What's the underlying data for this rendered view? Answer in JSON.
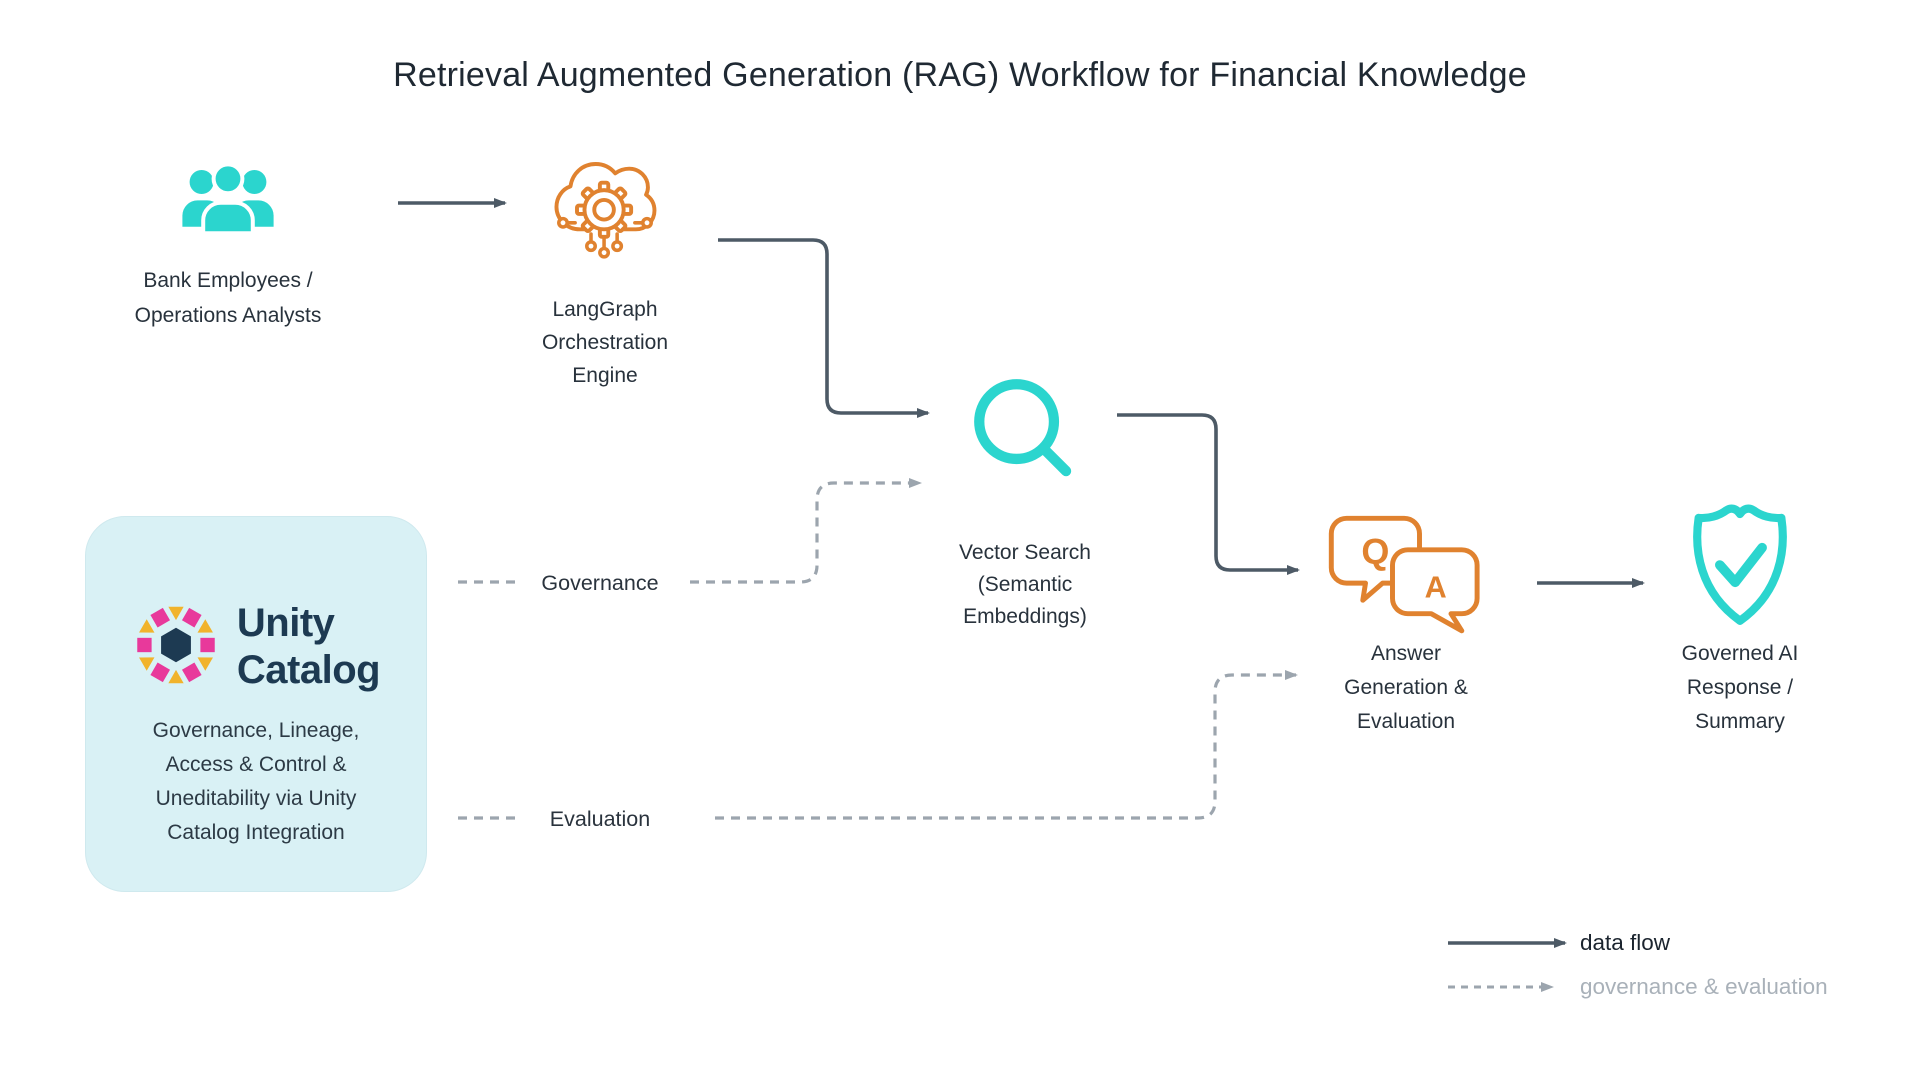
{
  "title": "Retrieval Augmented Generation (RAG) Workflow for Financial Knowledge",
  "nodes": {
    "people": {
      "icon": "people-icon",
      "lines": [
        "Bank Employees /",
        "Operations Analysts"
      ]
    },
    "langgraph": {
      "icon": "ai-cloud-gear-icon",
      "lines": [
        "LangGraph",
        "Orchestration",
        "Engine"
      ]
    },
    "vector_search": {
      "icon": "search-icon",
      "lines": [
        "Vector Search",
        "(Semantic",
        "Embeddings)"
      ]
    },
    "answer": {
      "icon": "qa-chat-bubbles-icon",
      "lines": [
        "Answer",
        "Generation &",
        "Evaluation"
      ],
      "qa_letters": {
        "q": "Q",
        "a": "A"
      }
    },
    "governed": {
      "icon": "shield-check-icon",
      "lines": [
        "Governed AI",
        "Response /",
        "Summary"
      ]
    }
  },
  "unity_box": {
    "logo": "unity-catalog-logo",
    "brand_lines": [
      "Unity",
      "Catalog"
    ],
    "desc_lines": [
      "Governance, Lineage,",
      "Access & Control &",
      "Uneditability via Unity",
      "Catalog Integration"
    ]
  },
  "edge_labels": {
    "governance": "Governance",
    "evaluation": "Evaluation"
  },
  "legend": {
    "data_flow": "data flow",
    "governance_evaluation": "governance & evaluation"
  },
  "colors": {
    "teal": "#2bd5ce",
    "orange": "#e0822f",
    "solid_arrow": "#4d5a66",
    "dashed_arrow": "#9ca5ae",
    "unity_box_bg": "#d9f1f5",
    "unity_navy": "#1d3a52",
    "logo_pink": "#e8399b",
    "logo_yellow": "#f1b32b",
    "title_text": "#1f2933",
    "label_text": "#28323c",
    "legend_muted_text": "#a9b1b9"
  }
}
